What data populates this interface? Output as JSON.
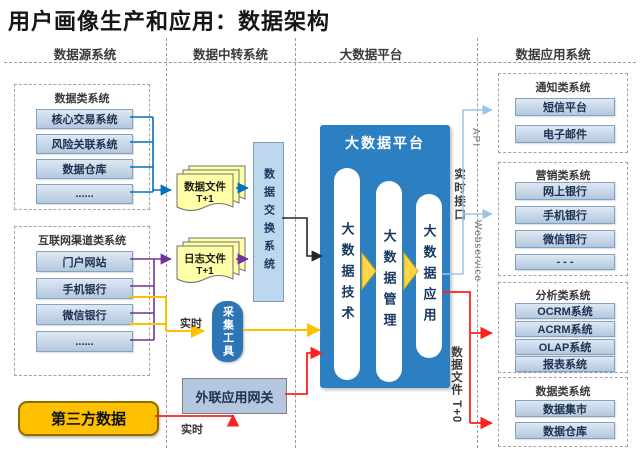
{
  "title": "用户画像生产和应用：数据架构",
  "columns": [
    "数据源系统",
    "数据中转系统",
    "大数据平台",
    "数据应用系统"
  ],
  "source": {
    "group1": {
      "label": "数据类系统",
      "items": [
        "核心交易系统",
        "风险关联系统",
        "数据仓库",
        "......"
      ]
    },
    "group2": {
      "label": "互联网渠道类系统",
      "items": [
        "门户网站",
        "手机银行",
        "微信银行",
        "......"
      ]
    },
    "third_party": "第三方数据"
  },
  "transfer": {
    "data_file": {
      "line1": "数据文件",
      "line2": "T+1"
    },
    "log_file": {
      "line1": "日志文件",
      "line2": "T+1"
    },
    "exchange": "数据交换系统",
    "collector": "采集工具",
    "gateway": "外联应用网关",
    "realtime_collect": "实时",
    "realtime_third": "实时"
  },
  "platform": {
    "title": "大数据平台",
    "pillars": [
      "大数据技术",
      "大数据管理",
      "大数据应用"
    ],
    "realtime_interface": "实时接口",
    "file_out": "数据文件 T+0"
  },
  "apps": {
    "api_label": "API",
    "webservice_label": "Webservice",
    "groups": [
      {
        "label": "通知类系统",
        "items": [
          "短信平台",
          "电子邮件"
        ]
      },
      {
        "label": "营销类系统",
        "items": [
          "网上银行",
          "手机银行",
          "微信银行",
          "- - -"
        ]
      },
      {
        "label": "分析类系统",
        "items": [
          "OCRM系统",
          "ACRM系统",
          "OLAP系统",
          "报表系统"
        ]
      },
      {
        "label": "数据类系统",
        "items": [
          "数据集市",
          "数据仓库"
        ]
      }
    ]
  },
  "colors": {
    "platform_blue": "#2c7fc0",
    "item_blue": "#c3d5e8",
    "gold": "#ffc000",
    "arrow_blue": "#0070c0",
    "arrow_purple": "#7030a0",
    "arrow_yellow": "#ffc000",
    "arrow_red": "#ff2020",
    "arrow_black": "#262626",
    "arrow_lightblue": "#9dc3e6"
  }
}
